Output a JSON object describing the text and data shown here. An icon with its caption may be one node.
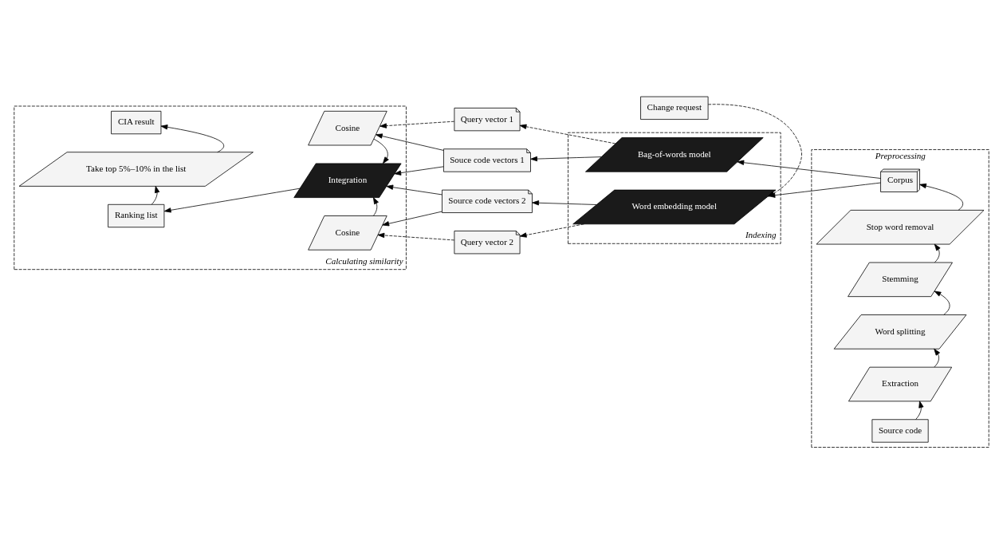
{
  "diagram": {
    "nodes": [
      {
        "text": [
          "Calculating similarity"
        ]
      },
      {
        "text": [
          "CIA result"
        ],
        "in": 0
      },
      {
        "text": [
          "Take top 5%–10% in the list"
        ],
        "in": 0
      },
      {
        "text": [
          "Ranking list"
        ],
        "in": 0
      },
      {
        "text": [
          "Cosine"
        ],
        "in": 0
      },
      {
        "text": [
          "Integration"
        ],
        "in": 0
      },
      {
        "text": [
          "Cosine"
        ],
        "in": 0
      },
      {
        "text": [
          "Query vector 1"
        ]
      },
      {
        "text": [
          "Souce code vectors 1"
        ]
      },
      {
        "text": [
          "Source code vectors 2"
        ]
      },
      {
        "text": [
          "Query vector 2"
        ]
      },
      {
        "text": [
          "Indexing"
        ]
      },
      {
        "text": [
          "Bag-of-words model"
        ],
        "in": 11
      },
      {
        "text": [
          "Word embedding model"
        ],
        "in": 11
      },
      {
        "text": [
          "Change request"
        ]
      },
      {
        "text": [
          "Preprocessing"
        ]
      },
      {
        "text": [
          "Corpus"
        ],
        "in": 15
      },
      {
        "text": [
          "Stop word removal"
        ],
        "in": 15
      },
      {
        "text": [
          "Stemming"
        ],
        "in": 15
      },
      {
        "text": [
          "Word splitting"
        ],
        "in": 15
      },
      {
        "text": [
          "Extraction"
        ],
        "in": 15
      },
      {
        "text": [
          "Source code"
        ],
        "in": 15
      }
    ],
    "edges": [
      {
        "from": 2,
        "to": 1,
        "arrow": "to"
      },
      {
        "from": 3,
        "to": 2,
        "arrow": "to"
      },
      {
        "from": 5,
        "to": 3,
        "arrow": "to"
      },
      {
        "from": 4,
        "to": 5,
        "arrow": "to"
      },
      {
        "from": 6,
        "to": 5,
        "arrow": "to"
      },
      {
        "from": 7,
        "to": 4,
        "arrow": "to",
        "style": "dashed"
      },
      {
        "from": 8,
        "to": 4,
        "arrow": "to"
      },
      {
        "from": 8,
        "to": 5,
        "arrow": "to"
      },
      {
        "from": 9,
        "to": 5,
        "arrow": "to"
      },
      {
        "from": 9,
        "to": 6,
        "arrow": "to"
      },
      {
        "from": 10,
        "to": 6,
        "arrow": "to",
        "style": "dashed"
      },
      {
        "from": 12,
        "to": 7,
        "arrow": "to",
        "style": "dashed"
      },
      {
        "from": 12,
        "to": 8,
        "arrow": "to"
      },
      {
        "from": 13,
        "to": 9,
        "arrow": "to"
      },
      {
        "from": 13,
        "to": 10,
        "arrow": "to",
        "style": "dashed"
      },
      {
        "from": 16,
        "to": 12,
        "arrow": "to"
      },
      {
        "from": 16,
        "to": 13,
        "arrow": "to"
      },
      {
        "from": 14,
        "to": 13,
        "arrow": "to",
        "style": "dashed"
      },
      {
        "from": 17,
        "to": 16,
        "arrow": "to"
      },
      {
        "from": 18,
        "to": 17,
        "arrow": "to"
      },
      {
        "from": 19,
        "to": 18,
        "arrow": "to"
      },
      {
        "from": 20,
        "to": 19,
        "arrow": "to"
      },
      {
        "from": 21,
        "to": 20,
        "arrow": "to"
      }
    ]
  }
}
